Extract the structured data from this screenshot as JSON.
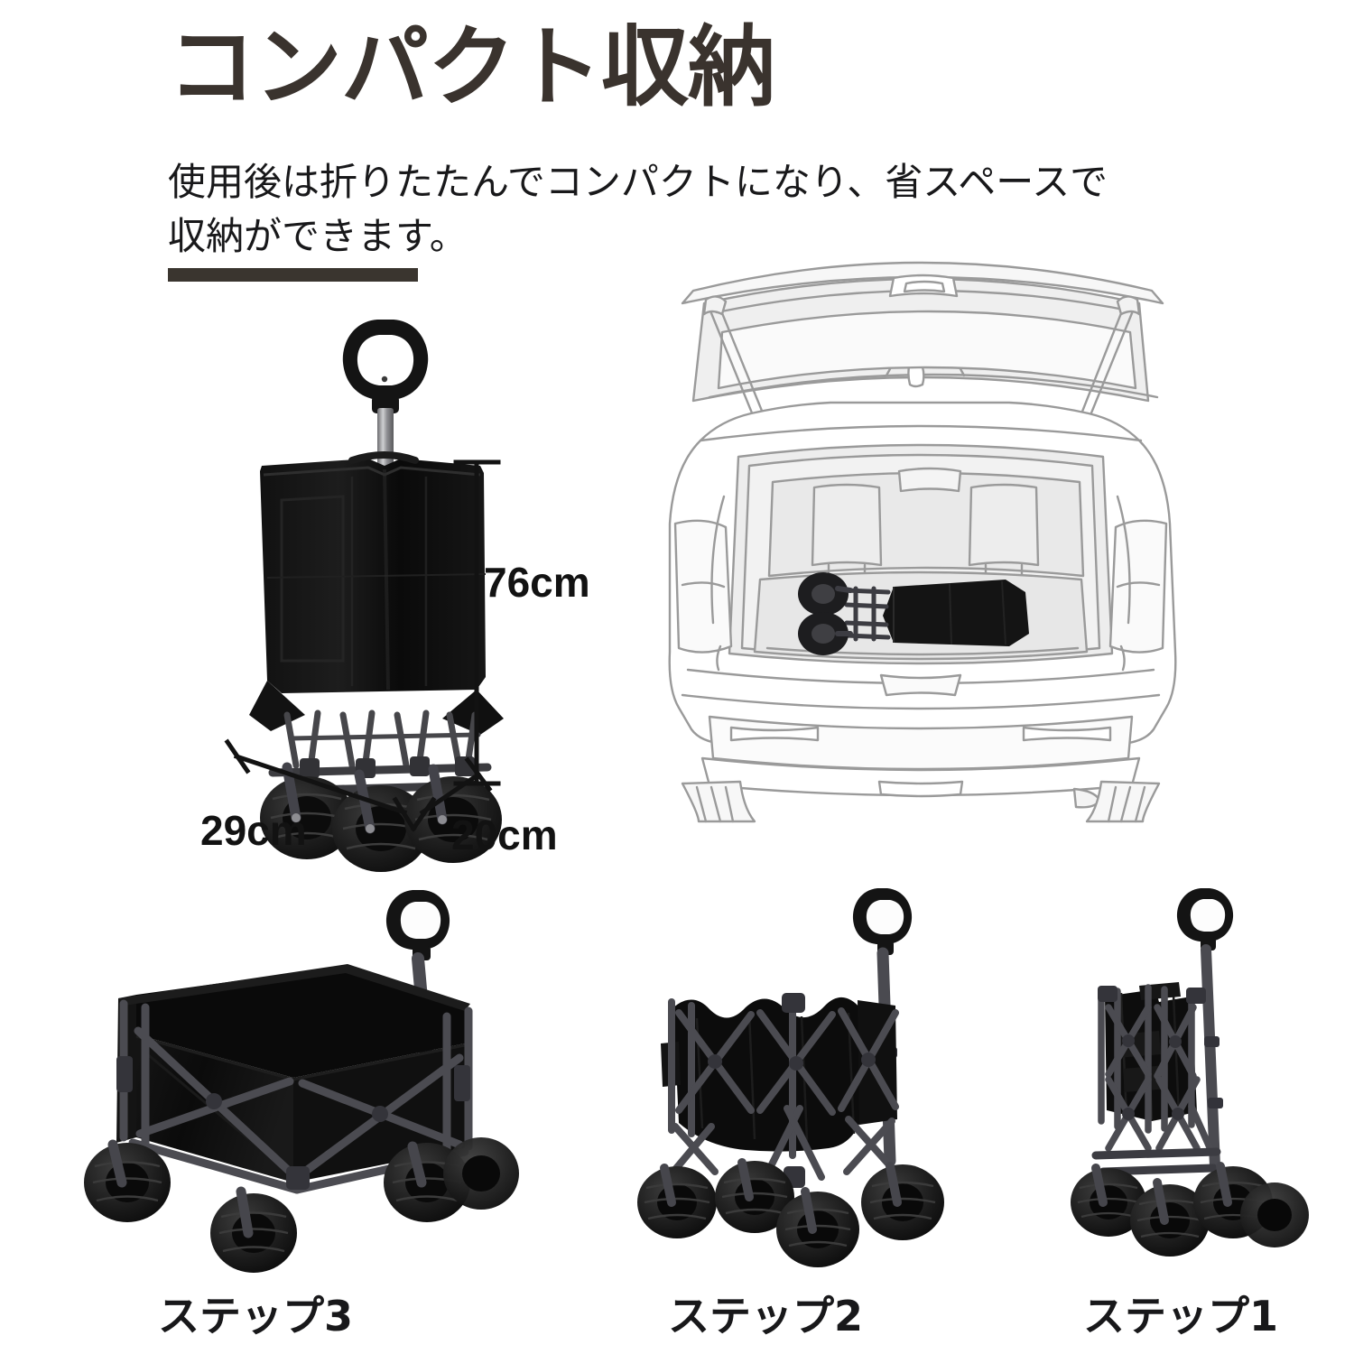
{
  "header": {
    "title": "コンパクト収納",
    "subtitle_line1": "使用後は折りたたんでコンパクトになり、省スペースで",
    "subtitle_line2": "収納ができます。",
    "accent_color": "#3a352f",
    "title_color": "#3a332e",
    "subtitle_color": "#18181a"
  },
  "dimensions": {
    "height": "76cm",
    "depth": "29cm",
    "width": "20cm"
  },
  "steps": [
    {
      "label": "ステップ3",
      "state": "open-wagon"
    },
    {
      "label": "ステップ2",
      "state": "half-folded-wagon"
    },
    {
      "label": "ステップ1",
      "state": "fully-folded-wagon"
    }
  ],
  "illustrations": {
    "folded_cart": "folded-wagon-with-cover-photo",
    "vehicle": "suv-rear-liftgate-open-line-drawing",
    "vehicle_cargo_item": "folded-wagon-in-trunk"
  },
  "palette": {
    "fabric_black": "#0d0d0d",
    "frame_gray": "#4a4a4d",
    "tire_black": "#1a1a1a",
    "car_outline": "#9a9a9a",
    "car_fill": "#ededed",
    "background": "#ffffff"
  }
}
